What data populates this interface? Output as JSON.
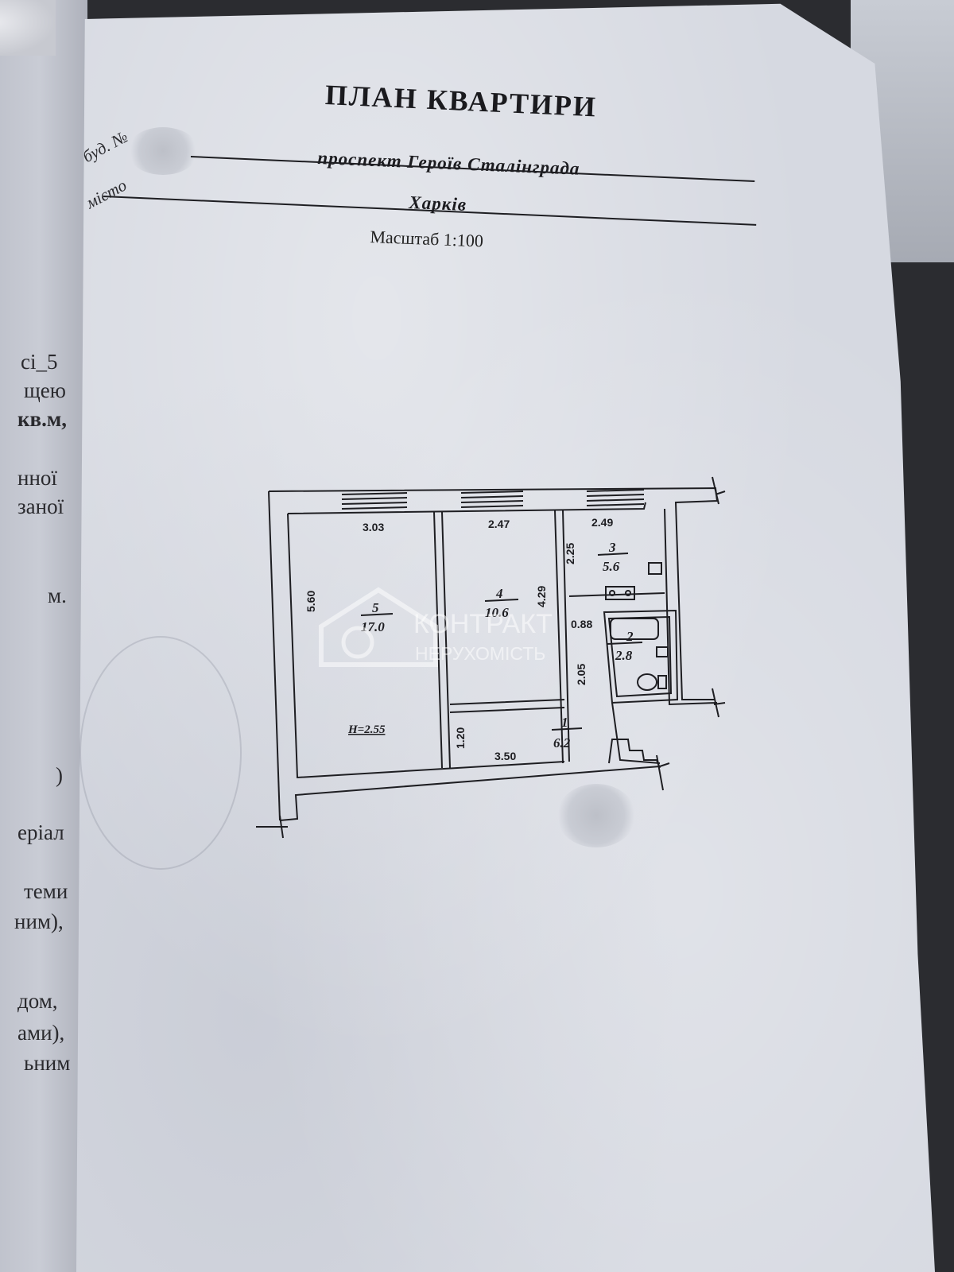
{
  "left_page": {
    "fragments": [
      "сі_5",
      "щею",
      "кв.м,",
      "нної",
      "заної",
      "м.",
      ")",
      "еріал",
      "теми",
      "ним),",
      "дом,",
      "ами),",
      "ьним"
    ]
  },
  "document": {
    "title": "ПЛАН КВАРТИРИ",
    "building_label": "буд. №",
    "street": "проспект  Героїв  Сталінграда",
    "city_label": "місто",
    "city": "Харків",
    "scale": "Масштаб 1:100"
  },
  "floor_plan": {
    "dimensions": {
      "room5_width": "3.03",
      "room4_width": "2.47",
      "room3_width": "2.49",
      "room5_height": "5.60",
      "room4_height": "4.29",
      "room3_height": "2.25",
      "bath_width": "0.88",
      "hall_height": "2.05",
      "corridor_height": "1.20",
      "corridor_width": "3.50"
    },
    "ceiling_height": "H=2.55",
    "rooms": [
      {
        "num": "5",
        "area": "17.0"
      },
      {
        "num": "4",
        "area": "10.6"
      },
      {
        "num": "3",
        "area": "5.6"
      },
      {
        "num": "2",
        "area": "2.8"
      },
      {
        "num": "1",
        "area": "6.2"
      }
    ]
  },
  "watermark": {
    "line1": "КОНТРАКТ",
    "line2": "НЕРУХОМІСТЬ"
  }
}
